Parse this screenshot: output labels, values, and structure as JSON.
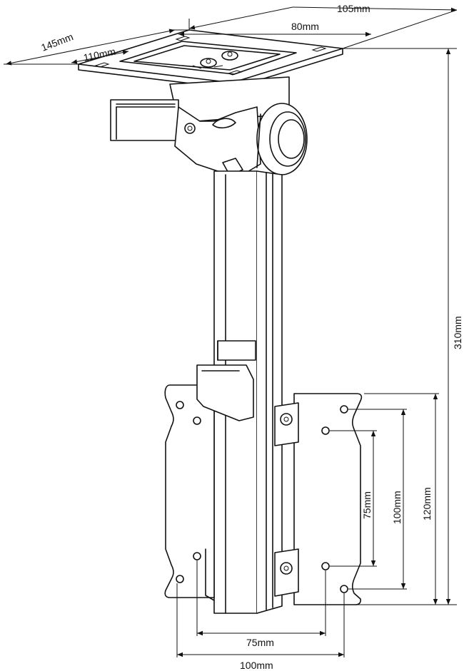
{
  "diagram": {
    "dimensions": {
      "ceiling_plate_depth": "105mm",
      "ceiling_plate_width": "145mm",
      "ceiling_plate_inner_width": "110mm",
      "ceiling_plate_hole_spacing": "80mm",
      "total_height": "310mm",
      "vesa_horizontal_small": "75mm",
      "vesa_horizontal_large": "100mm",
      "vesa_vertical_small": "75mm",
      "vesa_vertical_large": "100mm",
      "plate_height": "120mm"
    }
  }
}
